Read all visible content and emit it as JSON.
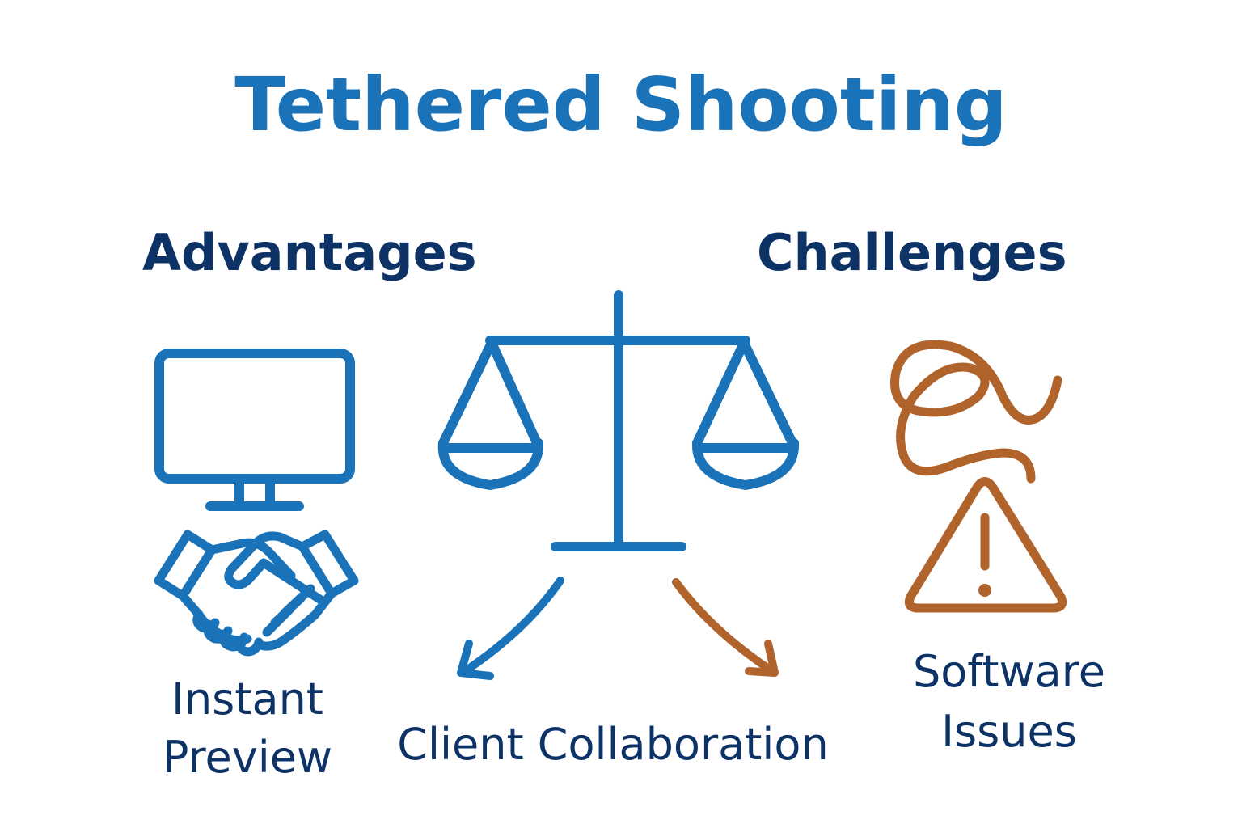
{
  "title": "Tethered Shooting",
  "columns": {
    "advantages": {
      "heading": "Advantages",
      "icons": [
        "monitor-icon",
        "handshake-icon"
      ],
      "label_line1": "Instant",
      "label_line2": "Preview"
    },
    "center": {
      "icon": "balance-scale-icon",
      "label": "Client Collaboration"
    },
    "challenges": {
      "heading": "Challenges",
      "icons": [
        "tangled-cable-icon",
        "warning-triangle-icon"
      ],
      "label_line1": "Software",
      "label_line2": "Issues"
    }
  },
  "arrows": [
    {
      "name": "arrow-left-advantages",
      "color": "#1a73b8"
    },
    {
      "name": "arrow-right-challenges",
      "color": "#b0632a"
    }
  ],
  "colors": {
    "primary_blue": "#1a73b8",
    "dark_navy": "#0d3366",
    "orange": "#b0632a",
    "background": "#ffffff"
  }
}
